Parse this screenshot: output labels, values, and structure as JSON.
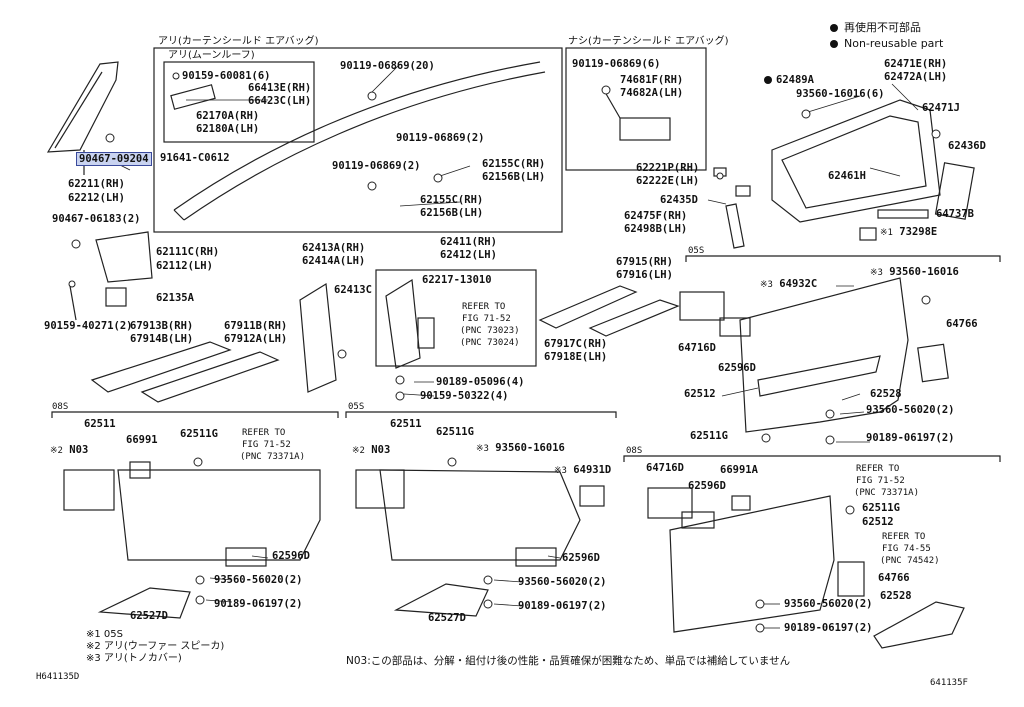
{
  "legend": {
    "jp": "再使用不可部品",
    "en": "Non-reusable part"
  },
  "sections": {
    "airbag_yes": "アリ(カーテンシールド エアバッグ)",
    "airbag_no": "ナシ(カーテンシールド エアバッグ)",
    "moonroof": "アリ(ムーンルーフ)",
    "s05_right": "05S",
    "s08_left": "08S",
    "s05_mid": "05S",
    "s08_right": "08S"
  },
  "labels": {
    "a1": "90467-09204",
    "a2": "62211(RH)",
    "a3": "62212(LH)",
    "a4": "90467-06183(2)",
    "a5": "62111C(RH)",
    "a6": "62112(LH)",
    "a7": "62135A",
    "a8": "90159-40271(2)",
    "b1": "90159-60081(6)",
    "b2": "66413E(RH)",
    "b3": "66423C(LH)",
    "b4": "62170A(RH)",
    "b5": "62180A(LH)",
    "b6": "91641-C0612",
    "b7": "90119-06869(20)",
    "b8": "90119-06869(2)",
    "b9": "90119-06869(2)",
    "b10": "62155C(RH)",
    "b11": "62156B(LH)",
    "b12": "62155C(RH)",
    "b13": "62156B(LH)",
    "c1": "90119-06869(6)",
    "c2": "74681F(RH)",
    "c3": "74682A(LH)",
    "d1": "62489A",
    "d2": "93560-16016(6)",
    "d3": "62471E(RH)",
    "d4": "62472A(LH)",
    "d5": "62471J",
    "d6": "62436D",
    "d7": "62221P(RH)",
    "d8": "62222E(LH)",
    "d9": "62461H",
    "d10": "62435D",
    "d11": "62475F(RH)",
    "d12": "62498B(LH)",
    "d13": "64737B",
    "d14": "73298E",
    "d14p": "※1",
    "e1": "67913B(RH)",
    "e2": "67914B(LH)",
    "e3": "67911B(RH)",
    "e4": "67912A(LH)",
    "e5": "62413A(RH)",
    "e6": "62414A(LH)",
    "e7": "62413C",
    "e8": "62411(RH)",
    "e9": "62412(LH)",
    "e10": "62217-13010",
    "e11": "REFER TO",
    "e12": "FIG 71-52",
    "e13": "(PNC 73023)",
    "e14": "(PNC 73024)",
    "e15": "90189-05096(4)",
    "e16": "90159-50322(4)",
    "e17": "67915(RH)",
    "e18": "67916(LH)",
    "e19": "67917C(RH)",
    "e20": "67918E(LH)",
    "f1": "64932C",
    "f1p": "※3",
    "f2": "93560-16016",
    "f2p": "※3",
    "f3": "64766",
    "f4": "64716D",
    "f5": "62596D",
    "f6": "62512",
    "f7": "62528",
    "f8": "93560-56020(2)",
    "f9": "62511G",
    "f10": "90189-06197(2)",
    "g1": "62511",
    "g2": "N03",
    "g2p": "※2",
    "g3": "66991",
    "g4": "62511G",
    "g5": "REFER TO",
    "g6": "FIG 71-52",
    "g7": "(PNC 73371A)",
    "g8": "62596D",
    "g9": "93560-56020(2)",
    "g10": "90189-06197(2)",
    "g11": "62527D",
    "h1": "62511",
    "h2": "N03",
    "h2p": "※2",
    "h3": "62511G",
    "h4": "93560-16016",
    "h4p": "※3",
    "h5": "64931D",
    "h5p": "※3",
    "h6": "62596D",
    "h7": "93560-56020(2)",
    "h8": "90189-06197(2)",
    "h9": "62527D",
    "i1": "64716D",
    "i2": "66991A",
    "i3": "62596D",
    "i4": "REFER TO",
    "i5": "FIG 71-52",
    "i6": "(PNC 73371A)",
    "i7": "62511G",
    "i8": "62512",
    "i9": "REFER TO",
    "i10": "FIG 74-55",
    "i11": "(PNC 74542)",
    "i12": "64766",
    "i13": "62528",
    "i14": "93560-56020(2)",
    "i15": "90189-06197(2)"
  },
  "notes": {
    "n1": "※1 05S",
    "n2": "※2 アリ(ウーファー スピーカ)",
    "n3": "※3 アリ(トノカバー)",
    "n03": "N03:この部品は、分解・組付け後の性能・品質確保が困難なため、単品では補給していません",
    "code_left": "H641135D",
    "code_right": "641135F"
  }
}
